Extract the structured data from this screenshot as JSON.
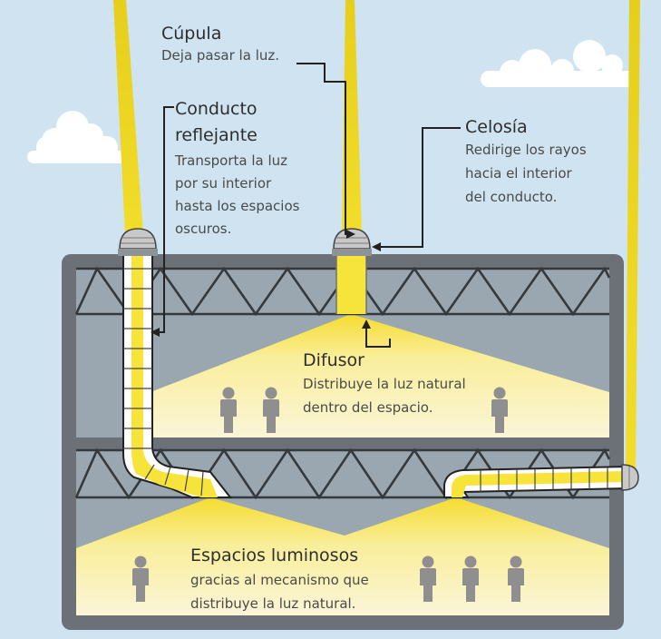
{
  "colors": {
    "sky": "#cfe3f1",
    "building_wall": "#6b7177",
    "building_interior": "#9ba7b0",
    "light_yellow": "#f7e43a",
    "light_cream": "#fbf4d4",
    "truss": "#34393d",
    "person": "#8f8f8f"
  },
  "labels": {
    "cupula": {
      "title": "Cúpula",
      "desc": "Deja pasar la luz."
    },
    "conducto": {
      "title_line1": "Conducto",
      "title_line2": "reflejante",
      "desc_line1": "Transporta la luz",
      "desc_line2": "por su interior",
      "desc_line3": "hasta los espacios",
      "desc_line4": "oscuros."
    },
    "celosia": {
      "title": "Celosía",
      "desc_line1": "Redirige los rayos",
      "desc_line2": "hacia el interior",
      "desc_line3": "del conducto."
    },
    "difusor": {
      "title": "Difusor",
      "desc_line1": "Distribuye la luz natural",
      "desc_line2": "dentro del espacio."
    },
    "espacios": {
      "title": "Espacios luminosos",
      "desc_line1": "gracias al mecanismo que",
      "desc_line2": "distribuye la luz natural."
    }
  },
  "icons": [
    "dome-icon",
    "person-icon",
    "cloud-icon",
    "arrow-icon"
  ]
}
